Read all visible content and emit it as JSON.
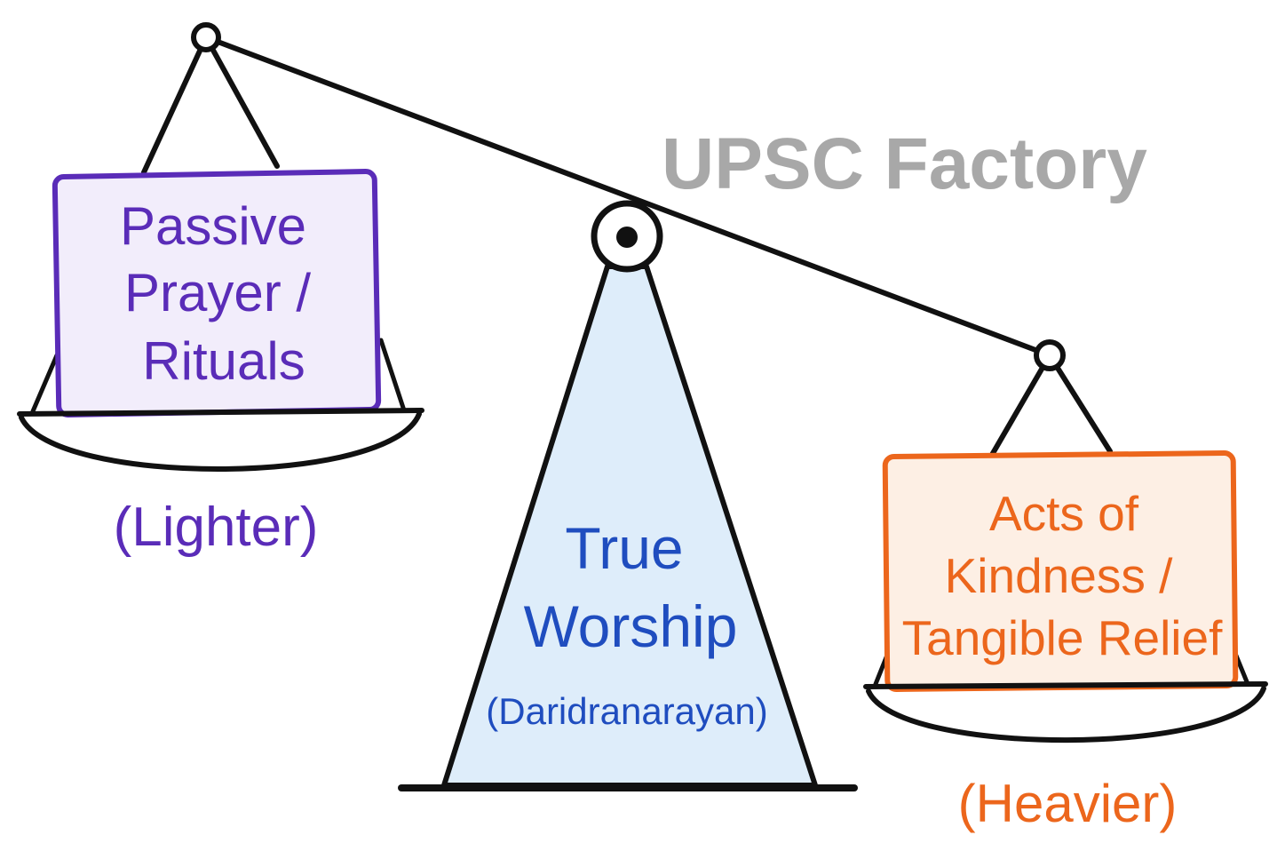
{
  "watermark": "UPSC Factory",
  "left": {
    "lines": [
      "Passive",
      "Prayer /",
      "Rituals"
    ],
    "caption": "(Lighter)"
  },
  "center": {
    "lines": [
      "True",
      "Worship"
    ],
    "subtitle": "(Daridranarayan)"
  },
  "right": {
    "lines": [
      "Acts of",
      "Kindness /",
      "Tangible Relief"
    ],
    "caption": "(Heavier)"
  },
  "colors": {
    "line": "#111111",
    "purple": "#5a2cb8",
    "purple_fill": "#f2edfb",
    "orange": "#ec661c",
    "orange_fill": "#fdefe4",
    "blue": "#1f4dbf",
    "fulcrum_fill": "#deedfa",
    "watermark": "#a8a8a8"
  }
}
